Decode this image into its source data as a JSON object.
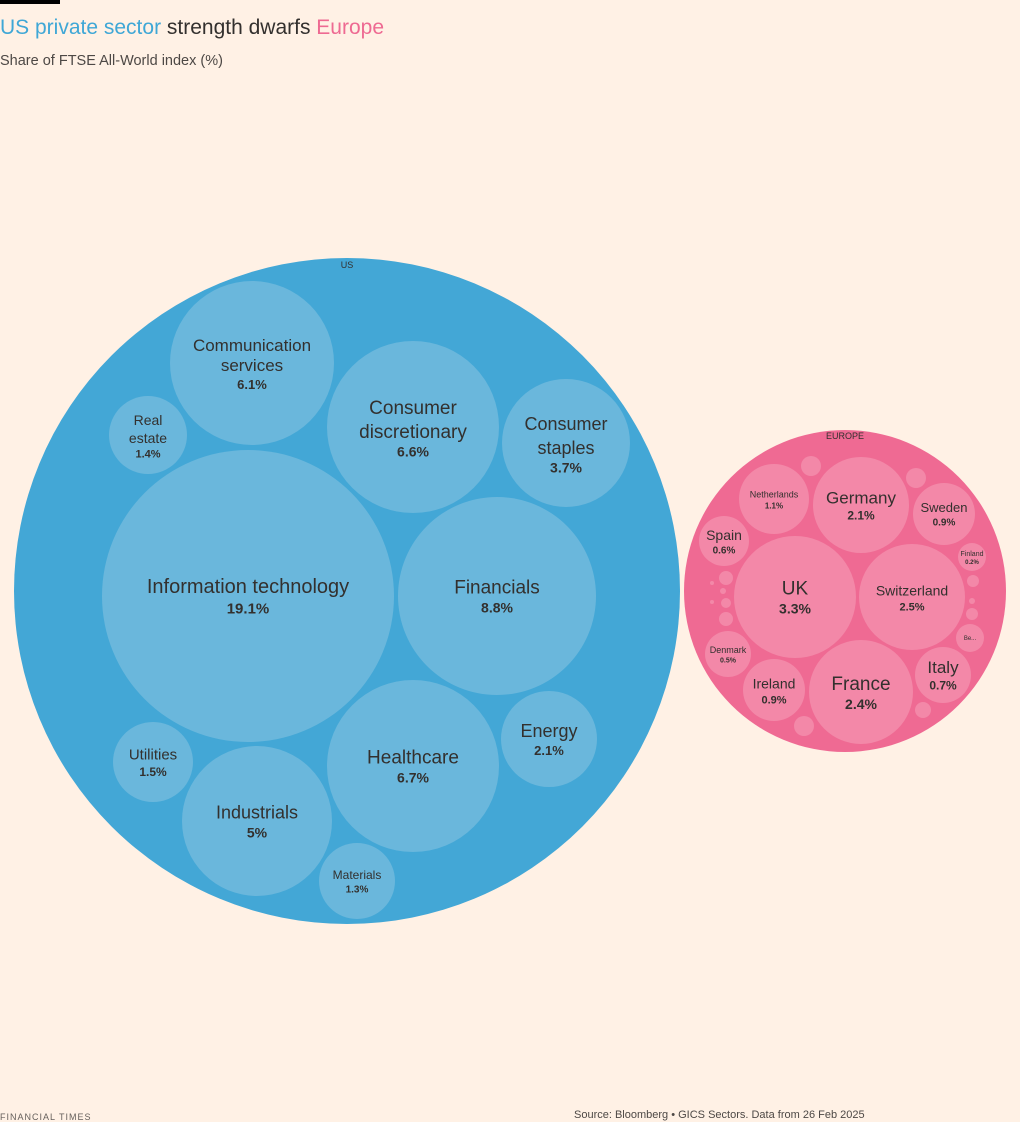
{
  "header": {
    "title_us": "US private sector",
    "title_mid": " strength dwarfs ",
    "title_eu": "Europe",
    "subtitle": "Share of FTSE All-World index (%)"
  },
  "footer": {
    "left": "FINANCIAL TIMES",
    "source": "Source: Bloomberg • GICS Sectors. Data from 26 Feb 2025"
  },
  "colors": {
    "us_parent": "#43A7D6",
    "us_child": "#6AB7DC",
    "eu_parent": "#EF6A93",
    "eu_child": "#F388A8",
    "text": "#33302E"
  },
  "chart_data": {
    "type": "bubble",
    "groups": [
      {
        "name": "US",
        "children": [
          {
            "name": "Information technology",
            "value": 19.1,
            "label": "19.1%"
          },
          {
            "name": "Financials",
            "value": 8.8,
            "label": "8.8%"
          },
          {
            "name": "Healthcare",
            "value": 6.7,
            "label": "6.7%"
          },
          {
            "name": "Consumer discretionary",
            "value": 6.6,
            "label": "6.6%"
          },
          {
            "name": "Communication services",
            "value": 6.1,
            "label": "6.1%"
          },
          {
            "name": "Industrials",
            "value": 5.0,
            "label": "5%"
          },
          {
            "name": "Consumer staples",
            "value": 3.7,
            "label": "3.7%"
          },
          {
            "name": "Energy",
            "value": 2.1,
            "label": "2.1%"
          },
          {
            "name": "Utilities",
            "value": 1.5,
            "label": "1.5%"
          },
          {
            "name": "Real estate",
            "value": 1.4,
            "label": "1.4%"
          },
          {
            "name": "Materials",
            "value": 1.3,
            "label": "1.3%"
          }
        ]
      },
      {
        "name": "EUROPE",
        "children": [
          {
            "name": "UK",
            "value": 3.3,
            "label": "3.3%"
          },
          {
            "name": "Switzerland",
            "value": 2.5,
            "label": "2.5%"
          },
          {
            "name": "France",
            "value": 2.4,
            "label": "2.4%"
          },
          {
            "name": "Germany",
            "value": 2.1,
            "label": "2.1%"
          },
          {
            "name": "Netherlands",
            "value": 1.1,
            "label": "1.1%"
          },
          {
            "name": "Sweden",
            "value": 0.9,
            "label": "0.9%"
          },
          {
            "name": "Ireland",
            "value": 0.9,
            "label": "0.9%"
          },
          {
            "name": "Italy",
            "value": 0.7,
            "label": "0.7%"
          },
          {
            "name": "Spain",
            "value": 0.6,
            "label": "0.6%"
          },
          {
            "name": "Denmark",
            "value": 0.5,
            "label": "0.5%"
          },
          {
            "name": "Finland",
            "value": 0.2,
            "label": "0.2%"
          },
          {
            "name": "Be...",
            "value": null,
            "label": ""
          },
          {
            "name": "",
            "value": null,
            "label": ""
          },
          {
            "name": "",
            "value": null,
            "label": ""
          },
          {
            "name": "",
            "value": null,
            "label": ""
          },
          {
            "name": "",
            "value": null,
            "label": ""
          },
          {
            "name": "",
            "value": null,
            "label": ""
          },
          {
            "name": "",
            "value": null,
            "label": ""
          },
          {
            "name": "",
            "value": null,
            "label": ""
          },
          {
            "name": "",
            "value": null,
            "label": ""
          },
          {
            "name": "",
            "value": null,
            "label": ""
          },
          {
            "name": "",
            "value": null,
            "label": ""
          },
          {
            "name": "",
            "value": null,
            "label": ""
          },
          {
            "name": "",
            "value": null,
            "label": ""
          },
          {
            "name": "",
            "value": null,
            "label": ""
          }
        ]
      }
    ]
  }
}
